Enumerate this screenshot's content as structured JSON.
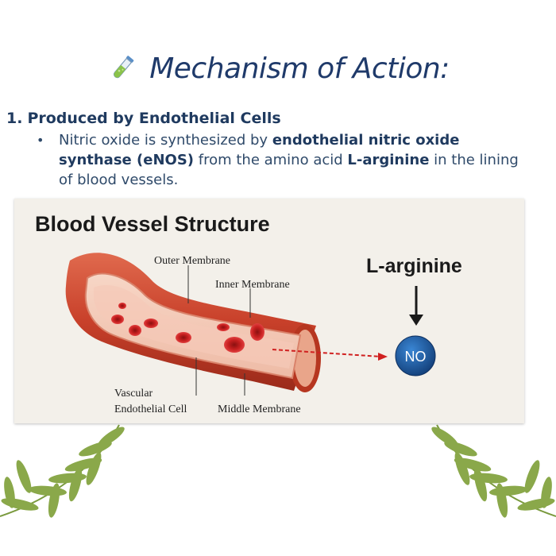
{
  "slide": {
    "title": "Mechanism of Action:",
    "icon": "test-tube-icon",
    "point_number": "1.",
    "point_title": "Produced by Endothelial Cells",
    "bullet": {
      "t1": "Nitric oxide is synthesized by ",
      "b1": "endothelial nitric oxide synthase (eNOS)",
      "t2": " from the amino acid ",
      "b2": "L-arginine",
      "t3": " in the lining of blood vessels."
    }
  },
  "figure": {
    "title": "Blood Vessel Structure",
    "labels": {
      "outer": "Outer Membrane",
      "inner": "Inner Membrane",
      "vascular_1": "Vascular",
      "vascular_2": "Endothelial Cell",
      "middle": "Middle Membrane"
    },
    "substrate": "L-arginine",
    "product": "NO"
  },
  "colors": {
    "title": "#1f3a6a",
    "text": "#2f4a6a",
    "vessel": "#c8402a",
    "no_badge": "#1e5fa8",
    "arrow": "#d02020",
    "leaves": "#8aa84a"
  }
}
